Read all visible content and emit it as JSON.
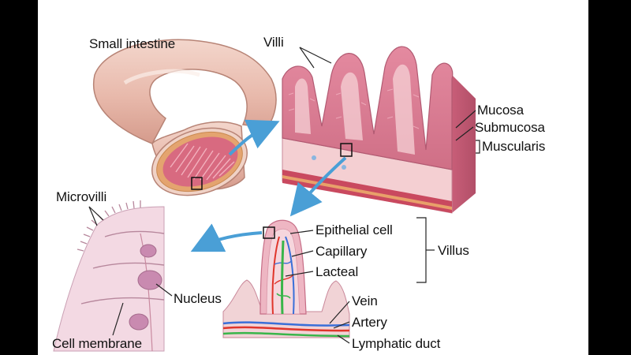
{
  "labels": {
    "small_intestine": "Small intestine",
    "villi": "Villi",
    "mucosa": "Mucosa",
    "submucosa": "Submucosa",
    "muscularis": "Muscularis",
    "microvilli": "Microvilli",
    "epithelial_cell": "Epithelial cell",
    "capillary": "Capillary",
    "lacteal": "Lacteal",
    "villus": "Villus",
    "nucleus": "Nucleus",
    "vein": "Vein",
    "artery": "Artery",
    "lymphatic_duct": "Lymphatic duct",
    "cell_membrane": "Cell membrane"
  },
  "colors": {
    "intestine_skin": "#e9c2b6",
    "mucosa_pink": "#e2879a",
    "tissue_light": "#f2c9c9",
    "zoom_arrow": "#4a9fd6",
    "vein": "#3a6fd8",
    "artery": "#e0352b",
    "lymphatic": "#39b54a"
  }
}
